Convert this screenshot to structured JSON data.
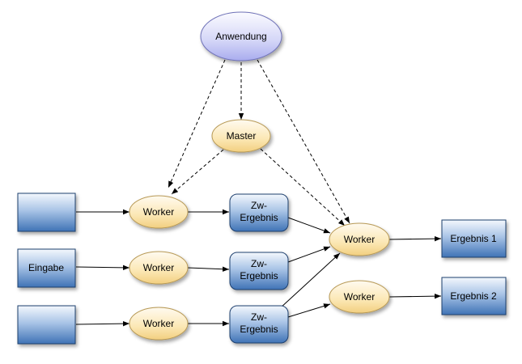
{
  "diagram": {
    "nodes": {
      "app": {
        "label": "Anwendung",
        "shape": "ellipse",
        "color": "#c9cbf5"
      },
      "master": {
        "label": "Master",
        "shape": "ellipse",
        "color": "#f7dfa0"
      },
      "in1": {
        "label": "",
        "shape": "box",
        "color": "#4b7fbf"
      },
      "in2": {
        "label": "Eingabe",
        "shape": "box",
        "color": "#4b7fbf"
      },
      "in3": {
        "label": "",
        "shape": "box",
        "color": "#4b7fbf"
      },
      "w1": {
        "label": "Worker",
        "shape": "ellipse",
        "color": "#f7dfa0"
      },
      "w2": {
        "label": "Worker",
        "shape": "ellipse",
        "color": "#f7dfa0"
      },
      "w3": {
        "label": "Worker",
        "shape": "ellipse",
        "color": "#f7dfa0"
      },
      "z1": {
        "label_lines": [
          "Zw-",
          "Ergebnis"
        ],
        "shape": "rounded-box",
        "color": "#4b7fbf"
      },
      "z2": {
        "label_lines": [
          "Zw-",
          "Ergebnis"
        ],
        "shape": "rounded-box",
        "color": "#4b7fbf"
      },
      "z3": {
        "label_lines": [
          "Zw-",
          "Ergebnis"
        ],
        "shape": "rounded-box",
        "color": "#4b7fbf"
      },
      "w4": {
        "label": "Worker",
        "shape": "ellipse",
        "color": "#f7dfa0"
      },
      "w5": {
        "label": "Worker",
        "shape": "ellipse",
        "color": "#f7dfa0"
      },
      "out1": {
        "label": "Ergebnis 1",
        "shape": "box",
        "color": "#4b7fbf"
      },
      "out2": {
        "label": "Ergebnis 2",
        "shape": "box",
        "color": "#4b7fbf"
      }
    },
    "edges": [
      {
        "from": "app",
        "to": "master",
        "style": "dashed"
      },
      {
        "from": "app",
        "to": "w1",
        "style": "dashed"
      },
      {
        "from": "app",
        "to": "w4",
        "style": "dashed"
      },
      {
        "from": "master",
        "to": "w1",
        "style": "dashed"
      },
      {
        "from": "master",
        "to": "w4",
        "style": "dashed"
      },
      {
        "from": "in1",
        "to": "w1",
        "style": "solid"
      },
      {
        "from": "in2",
        "to": "w2",
        "style": "solid"
      },
      {
        "from": "in3",
        "to": "w3",
        "style": "solid"
      },
      {
        "from": "w1",
        "to": "z1",
        "style": "solid"
      },
      {
        "from": "w2",
        "to": "z2",
        "style": "solid"
      },
      {
        "from": "w3",
        "to": "z3",
        "style": "solid"
      },
      {
        "from": "z1",
        "to": "w4",
        "style": "solid"
      },
      {
        "from": "z2",
        "to": "w4",
        "style": "solid"
      },
      {
        "from": "z3",
        "to": "w4",
        "style": "solid"
      },
      {
        "from": "z3",
        "to": "w5",
        "style": "solid"
      },
      {
        "from": "w4",
        "to": "out1",
        "style": "solid"
      },
      {
        "from": "w5",
        "to": "out2",
        "style": "solid"
      }
    ]
  }
}
